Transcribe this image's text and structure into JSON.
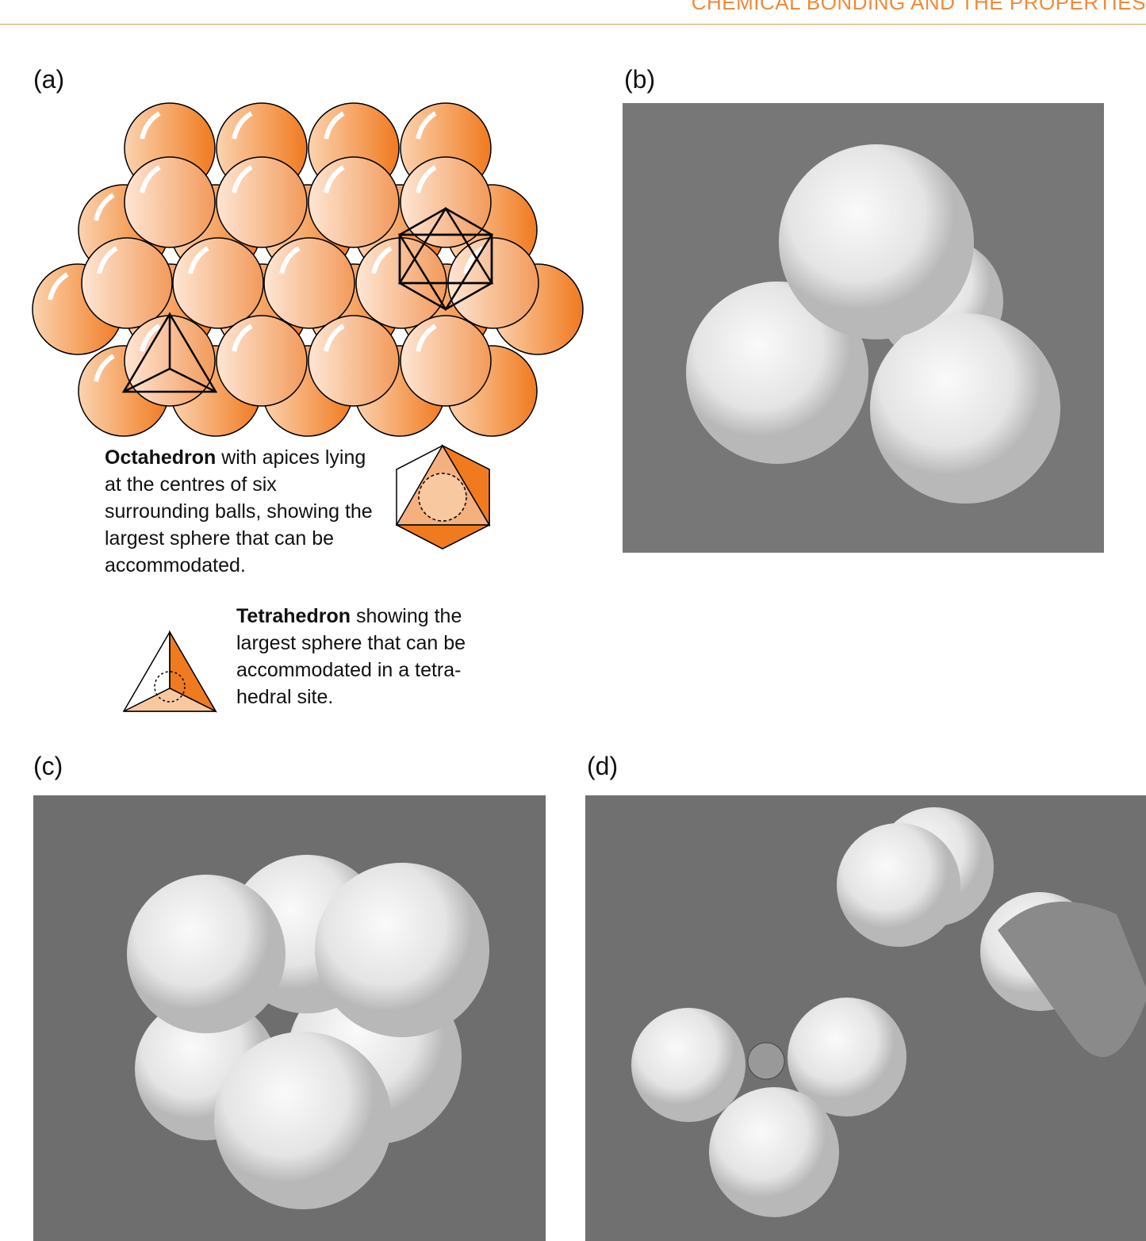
{
  "header": {
    "running_title": "CHEMICAL BONDING AND THE PROPERTIES"
  },
  "panels": {
    "a": "(a)",
    "b": "(b)",
    "c": "(c)",
    "d": "(d)"
  },
  "captions": {
    "octahedron_bold": "Octahedron",
    "octahedron_text": " with apices lying at the centres of six surrounding balls, showing the largest sphere that can be accommodated.",
    "tetrahedron_bold": "Tetrahedron",
    "tetrahedron_text": " showing the largest sphere that can be accommodated in a tetra-hedral site."
  },
  "colors": {
    "accent": "#f07a1e",
    "sphere_light": "#fde0c8",
    "rule": "#d9a050"
  }
}
